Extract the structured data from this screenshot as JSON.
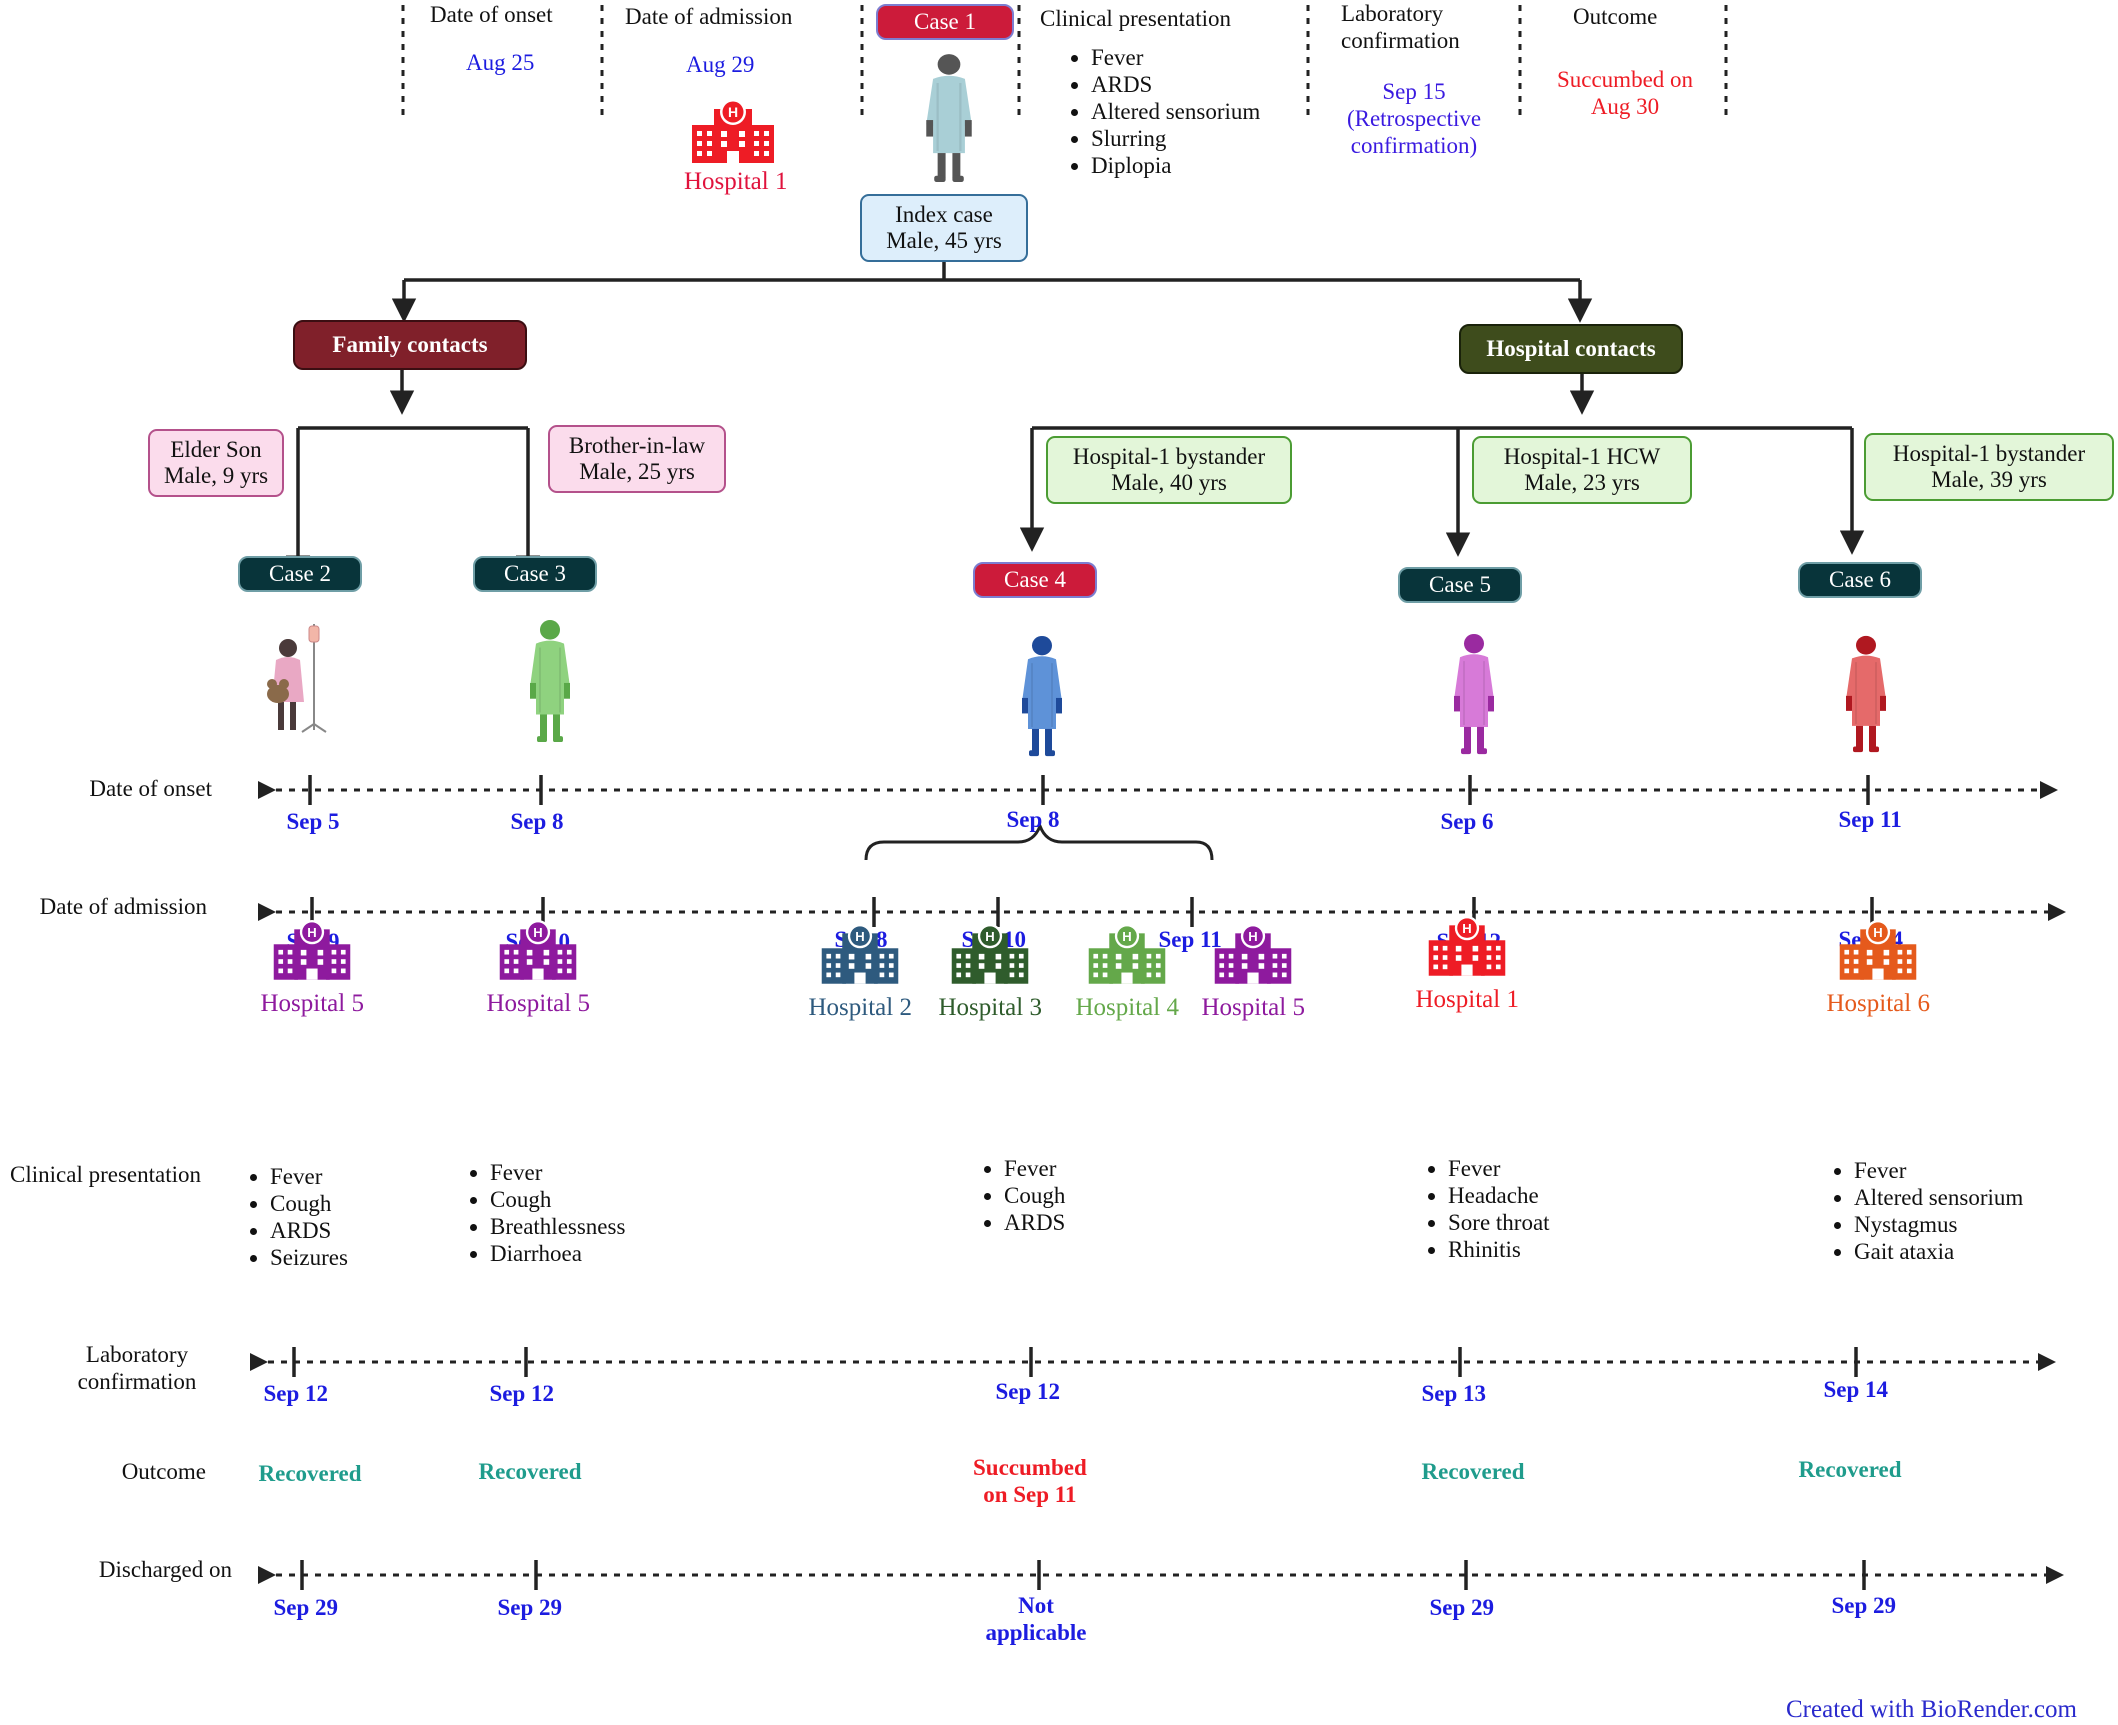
{
  "header": {
    "onset_label": "Date of onset",
    "onset_value": "Aug 25",
    "admission_label": "Date of admission",
    "admission_value": "Aug 29",
    "admission_hospital": "Hospital 1",
    "case1_label": "Case 1",
    "index_case": [
      "Index case",
      "Male, 45 yrs"
    ],
    "clinical_label": "Clinical presentation",
    "clinical_items": [
      "Fever",
      "ARDS",
      "Altered sensorium",
      "Slurring",
      "Diplopia"
    ],
    "lab_label": [
      "Laboratory",
      "confirmation"
    ],
    "lab_value": [
      "Sep 15",
      "(Retrospective",
      "confirmation)"
    ],
    "outcome_label": "Outcome",
    "outcome_value": [
      "Succumbed on",
      "Aug 30"
    ]
  },
  "groups": {
    "family": "Family contacts",
    "hospital": "Hospital contacts"
  },
  "contacts": [
    {
      "case": "Case 2",
      "desc": [
        "Elder Son",
        "Male, 9 yrs"
      ]
    },
    {
      "case": "Case 3",
      "desc": [
        "Brother-in-law",
        "Male, 25 yrs"
      ]
    },
    {
      "case": "Case 4",
      "desc": [
        "Hospital-1 bystander",
        "Male, 40 yrs"
      ]
    },
    {
      "case": "Case 5",
      "desc": [
        "Hospital-1 HCW",
        "Male, 23 yrs"
      ]
    },
    {
      "case": "Case 6",
      "desc": [
        "Hospital-1 bystander",
        "Male, 39 yrs"
      ]
    }
  ],
  "row_labels": {
    "onset": "Date of onset",
    "admission": "Date of admission",
    "clinical": "Clinical presentation",
    "lab": [
      "Laboratory",
      "confirmation"
    ],
    "outcome": "Outcome",
    "discharged": "Discharged on"
  },
  "onset_dates": [
    "Sep 5",
    "Sep 8",
    "Sep 8",
    "Sep 6",
    "Sep 11"
  ],
  "admission_dates": [
    "Sep 9",
    "Sep 10",
    "Sep 8",
    "Sep 10",
    "Sep 11",
    "Sep 12",
    "Sep 14"
  ],
  "hospitals": [
    "Hospital 5",
    "Hospital 5",
    "Hospital 2",
    "Hospital 3",
    "Hospital 4",
    "Hospital 5",
    "Hospital 1",
    "Hospital 6"
  ],
  "hospital_colors": [
    "#8e1a9e",
    "#8e1a9e",
    "#2e5a7e",
    "#2f5c2c",
    "#64a84a",
    "#8e1a9e",
    "#ee1c25",
    "#e55a1c"
  ],
  "clinical": [
    [
      "Fever",
      "Cough",
      "ARDS",
      "Seizures"
    ],
    [
      "Fever",
      "Cough",
      "Breathlessness",
      "Diarrhoea"
    ],
    [
      "Fever",
      "Cough",
      "ARDS"
    ],
    [
      "Fever",
      "Headache",
      "Sore throat",
      "Rhinitis"
    ],
    [
      "Fever",
      "Altered sensorium",
      "Nystagmus",
      "Gait ataxia"
    ]
  ],
  "lab_dates": [
    "Sep 12",
    "Sep 12",
    "Sep 12",
    "Sep 13",
    "Sep 14"
  ],
  "outcomes": [
    [
      "Recovered"
    ],
    [
      "Recovered"
    ],
    [
      "Succumbed",
      "on Sep 11"
    ],
    [
      "Recovered"
    ],
    [
      "Recovered"
    ]
  ],
  "discharged": [
    [
      "Sep 29"
    ],
    [
      "Sep 29"
    ],
    [
      "Not",
      "applicable"
    ],
    [
      "Sep 29"
    ],
    [
      "Sep 29"
    ]
  ],
  "patient_colors": [
    "#e9a8c4",
    "#8fd27f",
    "#5e92d8",
    "#d77ad8",
    "#e56a6a"
  ],
  "credit": "Created with BioRender.com"
}
